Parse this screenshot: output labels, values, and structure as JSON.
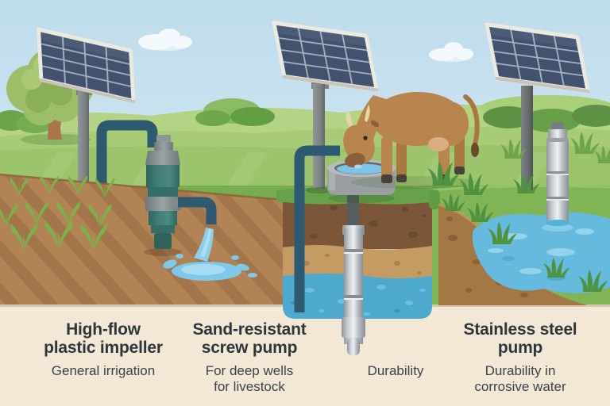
{
  "captions": {
    "group1": {
      "title_line1": "High-flow",
      "title_line2": "plastic impeller",
      "subtitle_line1": "General irrigation"
    },
    "group2": {
      "title_line1": "Sand-resistant",
      "title_line2": "screw pump",
      "subtitle_line1": "For deep wells",
      "subtitle_line2": "for livestock"
    },
    "group3": {
      "subtitle_line1": "Durability"
    },
    "group4": {
      "title_line1": "Stainless steel",
      "title_line2": "pump",
      "subtitle_line1": "Durability in",
      "subtitle_line2": "corrosive water"
    }
  },
  "colors": {
    "sky": "#c8e2f0",
    "caption_panel": "#f2e8d5",
    "heading_text": "#2e363d",
    "body_text": "#3a424a",
    "solar_cell": "#42526e",
    "solar_frame": "#ece9e1",
    "pipe_teal": "#2d5a70",
    "pump_teal": "#3a7a72",
    "steel_highlight": "#eef0f2",
    "steel_shadow": "#8f969b",
    "grass_far": "#b5d385",
    "grass_mid": "#9cc46c",
    "grass_band_dark": "#76ad4f",
    "grass_foreground": "#80b455",
    "plowed_soil": "#b28355",
    "furrow_stripe": "#a2764a",
    "soil_layer_dark": "#7b5639",
    "soil_layer_tan": "#c39b63",
    "groundwater": "#4ea9cf",
    "pond": "#66bade",
    "cow_body": "#b9854f",
    "trough_gray": "#9aa0a1"
  }
}
